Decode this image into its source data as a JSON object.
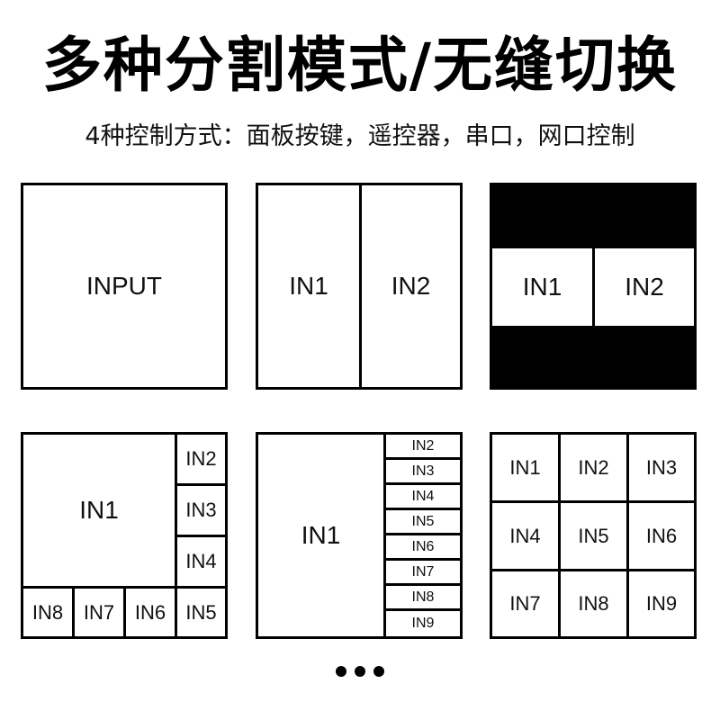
{
  "header": {
    "title": "多种分割模式/无缝切换",
    "subtitle": "4种控制方式：面板按键，遥控器，串口，网口控制"
  },
  "layouts": {
    "single": {
      "input": "INPUT"
    },
    "split2": {
      "in1": "IN1",
      "in2": "IN2"
    },
    "split2_letterbox": {
      "in1": "IN1",
      "in2": "IN2"
    },
    "pip8": {
      "in1": "IN1",
      "in2": "IN2",
      "in3": "IN3",
      "in4": "IN4",
      "in5": "IN5",
      "in6": "IN6",
      "in7": "IN7",
      "in8": "IN8"
    },
    "main_plus8": {
      "in1": "IN1",
      "in2": "IN2",
      "in3": "IN3",
      "in4": "IN4",
      "in5": "IN5",
      "in6": "IN6",
      "in7": "IN7",
      "in8": "IN8",
      "in9": "IN9"
    },
    "grid9": {
      "in1": "IN1",
      "in2": "IN2",
      "in3": "IN3",
      "in4": "IN4",
      "in5": "IN5",
      "in6": "IN6",
      "in7": "IN7",
      "in8": "IN8",
      "in9": "IN9"
    }
  },
  "more_indicator": "ellipsis",
  "colors": {
    "border": "#000000",
    "background": "#ffffff",
    "letterbox": "#000000"
  }
}
